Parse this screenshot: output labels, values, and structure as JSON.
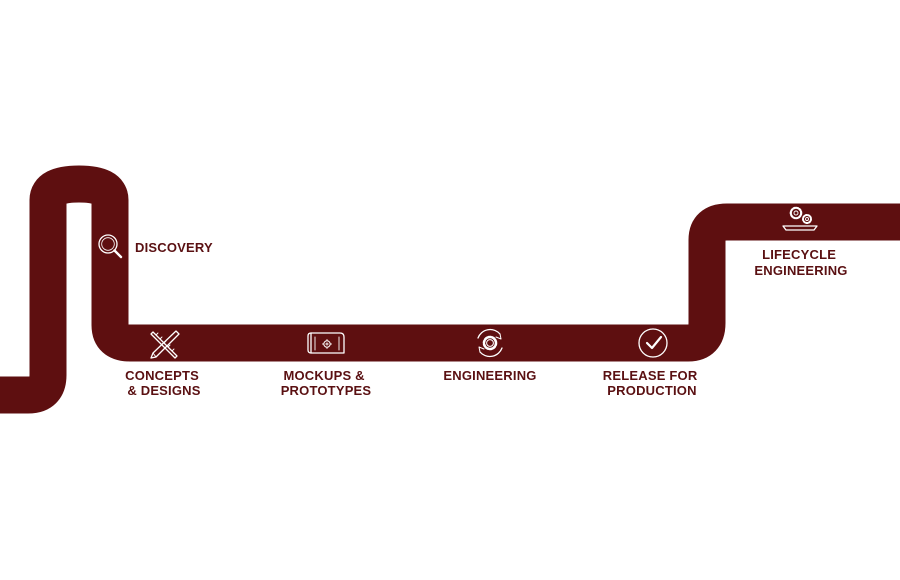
{
  "colors": {
    "road": "#5e0f10",
    "label": "#5a1012",
    "icon_stroke": "#ffffff",
    "background": "#ffffff"
  },
  "steps": [
    {
      "id": "discovery",
      "lines": [
        "DISCOVERY"
      ],
      "icon": "magnifier-icon"
    },
    {
      "id": "concepts",
      "lines": [
        "CONCEPTS",
        "& DESIGNS"
      ],
      "icon": "ruler-pencil-icon"
    },
    {
      "id": "mockups",
      "lines": [
        "MOCKUPS &",
        "PROTOTYPES"
      ],
      "icon": "blueprint-icon"
    },
    {
      "id": "engineering",
      "lines": [
        "ENGINEERING"
      ],
      "icon": "gear-cycle-icon"
    },
    {
      "id": "release",
      "lines": [
        "RELEASE FOR",
        "PRODUCTION"
      ],
      "icon": "checkmark-circle-icon"
    },
    {
      "id": "lifecycle",
      "lines": [
        "LIFECYCLE",
        "ENGINEERING"
      ],
      "icon": "gears-tray-icon"
    }
  ]
}
